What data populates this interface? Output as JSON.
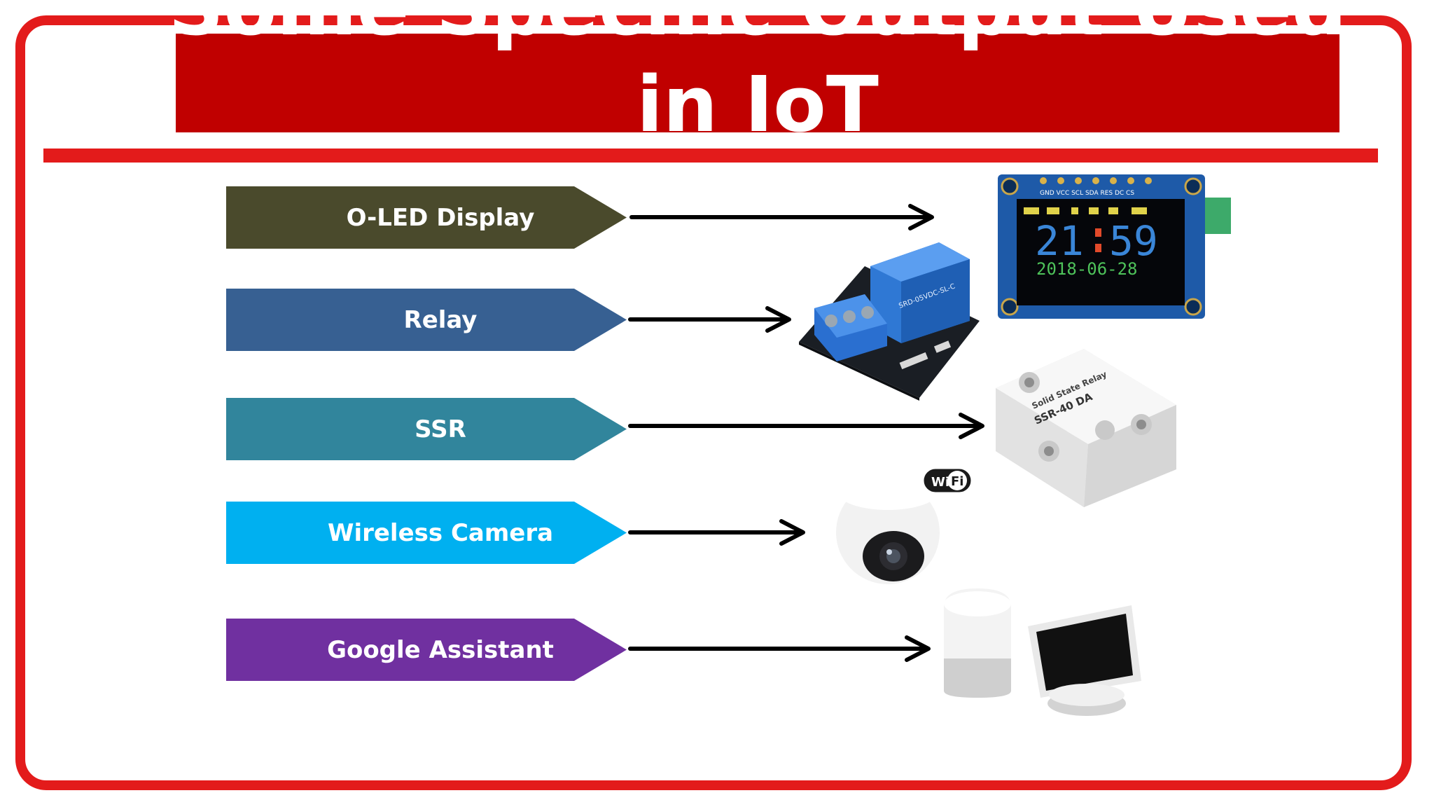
{
  "slide": {
    "title": "Some Specific Output Used in IoT"
  },
  "items": [
    {
      "label": "O-LED Display",
      "color": "#4a4a2c"
    },
    {
      "label": "Relay",
      "color": "#376092"
    },
    {
      "label": "SSR",
      "color": "#31859c"
    },
    {
      "label": "Wireless Camera",
      "color": "#00b0f0"
    },
    {
      "label": "Google Assistant",
      "color": "#7030a0"
    }
  ],
  "oled": {
    "pin_labels": "GND VCC SCL SDA RES DC CS",
    "time_hours": "21",
    "time_minutes": "59",
    "date": "2018-06-28"
  },
  "relay": {
    "model": "SRD-05VDC-SL-C"
  },
  "ssr": {
    "brand": "Solid State Relay",
    "model": "SSR-40 DA"
  },
  "camera": {
    "wifi_badge_left": "Wi",
    "wifi_badge_right": "Fi"
  },
  "icons": [
    "arrow-right-icon",
    "wifi-badge-icon"
  ]
}
